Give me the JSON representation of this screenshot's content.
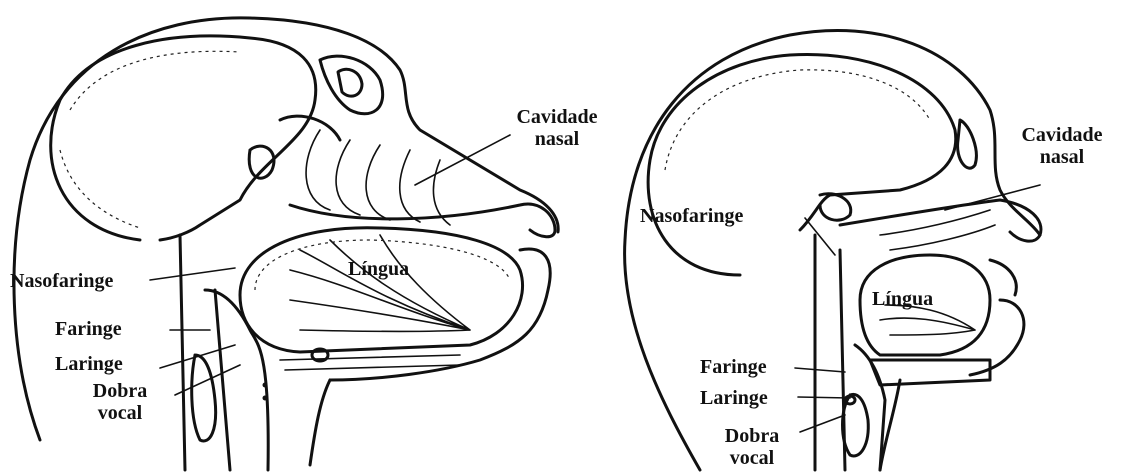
{
  "left_diagram": {
    "labels": {
      "cavidade_nasal": [
        "Cavidade",
        "nasal"
      ],
      "lingua": "Língua",
      "nasofaringe": "Nasofaringe",
      "faringe": "Faringe",
      "laringe": "Laringe",
      "dobra_vocal": [
        "Dobra",
        "vocal"
      ]
    }
  },
  "right_diagram": {
    "labels": {
      "cavidade_nasal": [
        "Cavidade",
        "nasal"
      ],
      "lingua": "Língua",
      "nasofaringe": "Nasofaringe",
      "faringe": "Faringe",
      "laringe": "Laringe",
      "dobra_vocal": [
        "Dobra",
        "vocal"
      ]
    }
  }
}
